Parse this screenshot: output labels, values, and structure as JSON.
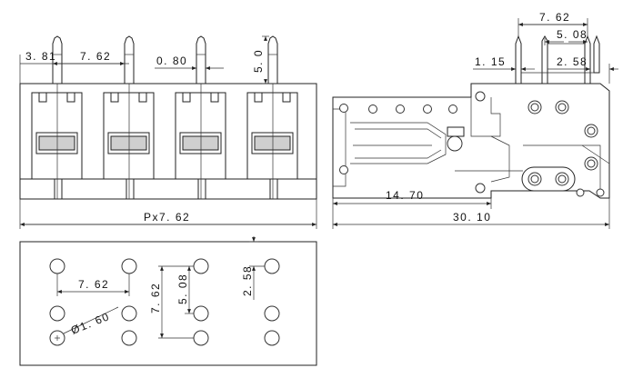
{
  "front_view": {
    "dim_edge_pitch": "3. 81",
    "dim_pitch": "7. 62",
    "dim_pin_width": "0. 80",
    "dim_pin_height": "5. 0",
    "dim_total": "Px7. 62"
  },
  "side_view": {
    "dim_pin_span": "7. 62",
    "dim_pin_spacing": "5. 08",
    "dim_pin_offset": "1. 15",
    "dim_pin_edge": "2. 58",
    "dim_inner": "14. 70",
    "dim_length": "30. 10"
  },
  "pcb_view": {
    "dim_pitch": "7. 62",
    "dim_hole_dia": "Ø1. 60",
    "dim_row_span": "7. 62",
    "dim_row_spacing": "5. 08",
    "dim_offset": "2. 58"
  }
}
